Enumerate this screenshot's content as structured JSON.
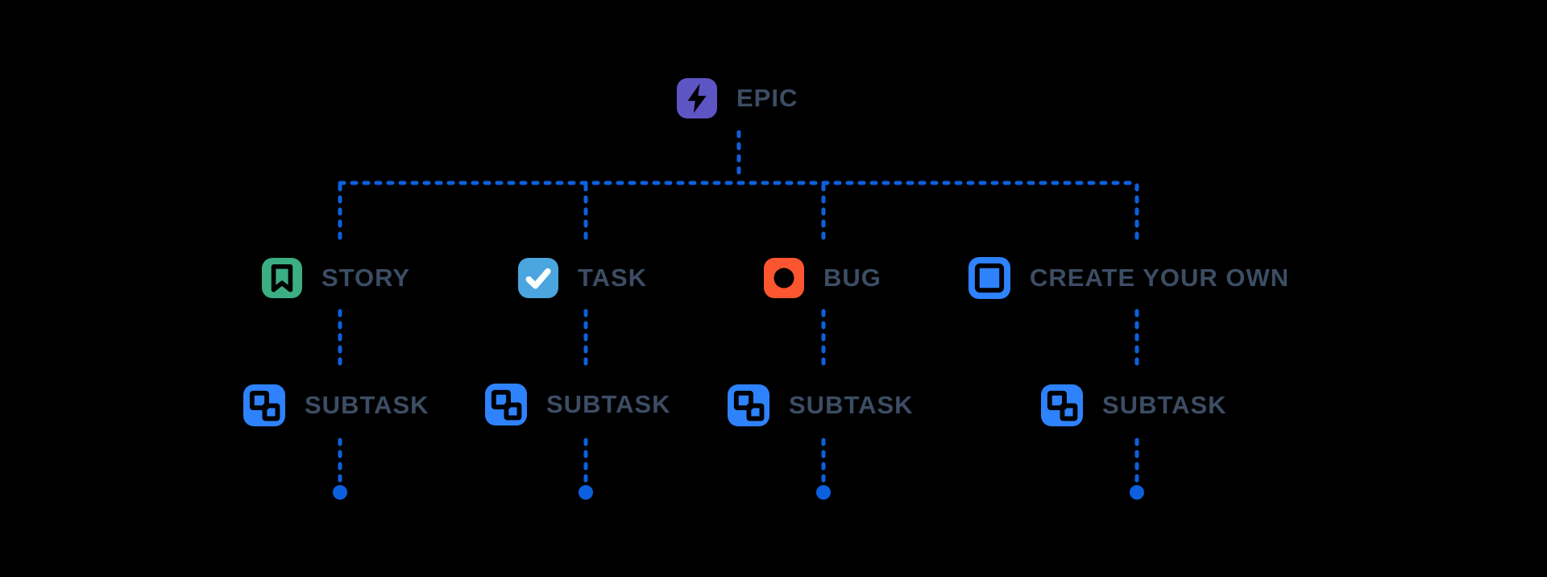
{
  "diagram": {
    "title": "issue-type-hierarchy",
    "root": {
      "id": "epic",
      "label": "EPIC",
      "icon": "lightning-bolt"
    },
    "level2": [
      {
        "id": "story",
        "label": "STORY",
        "icon": "bookmark"
      },
      {
        "id": "task",
        "label": "TASK",
        "icon": "checkmark"
      },
      {
        "id": "bug",
        "label": "BUG",
        "icon": "filled-circle"
      },
      {
        "id": "create-your-own",
        "label": "CREATE YOUR OWN",
        "icon": "square-outline"
      }
    ],
    "subtasks": [
      "SUBTASK",
      "SUBTASK",
      "SUBTASK",
      "SUBTASK"
    ],
    "subtask_icon": "linked-squares",
    "connector_style": "dotted",
    "endpoint": "filled-dot"
  },
  "colors": {
    "background": "#000000",
    "connector": "#0c60dd",
    "label": "#3c4d64",
    "epic_icon": "#5e55c5",
    "story_icon": "#3cae84",
    "task_icon": "#4ba5de",
    "bug_icon": "#fc5630",
    "subtask_icon": "#2e82fb",
    "create_icon": "#2e82fb",
    "glyph": "#000000",
    "checkmark": "#ffffff"
  }
}
